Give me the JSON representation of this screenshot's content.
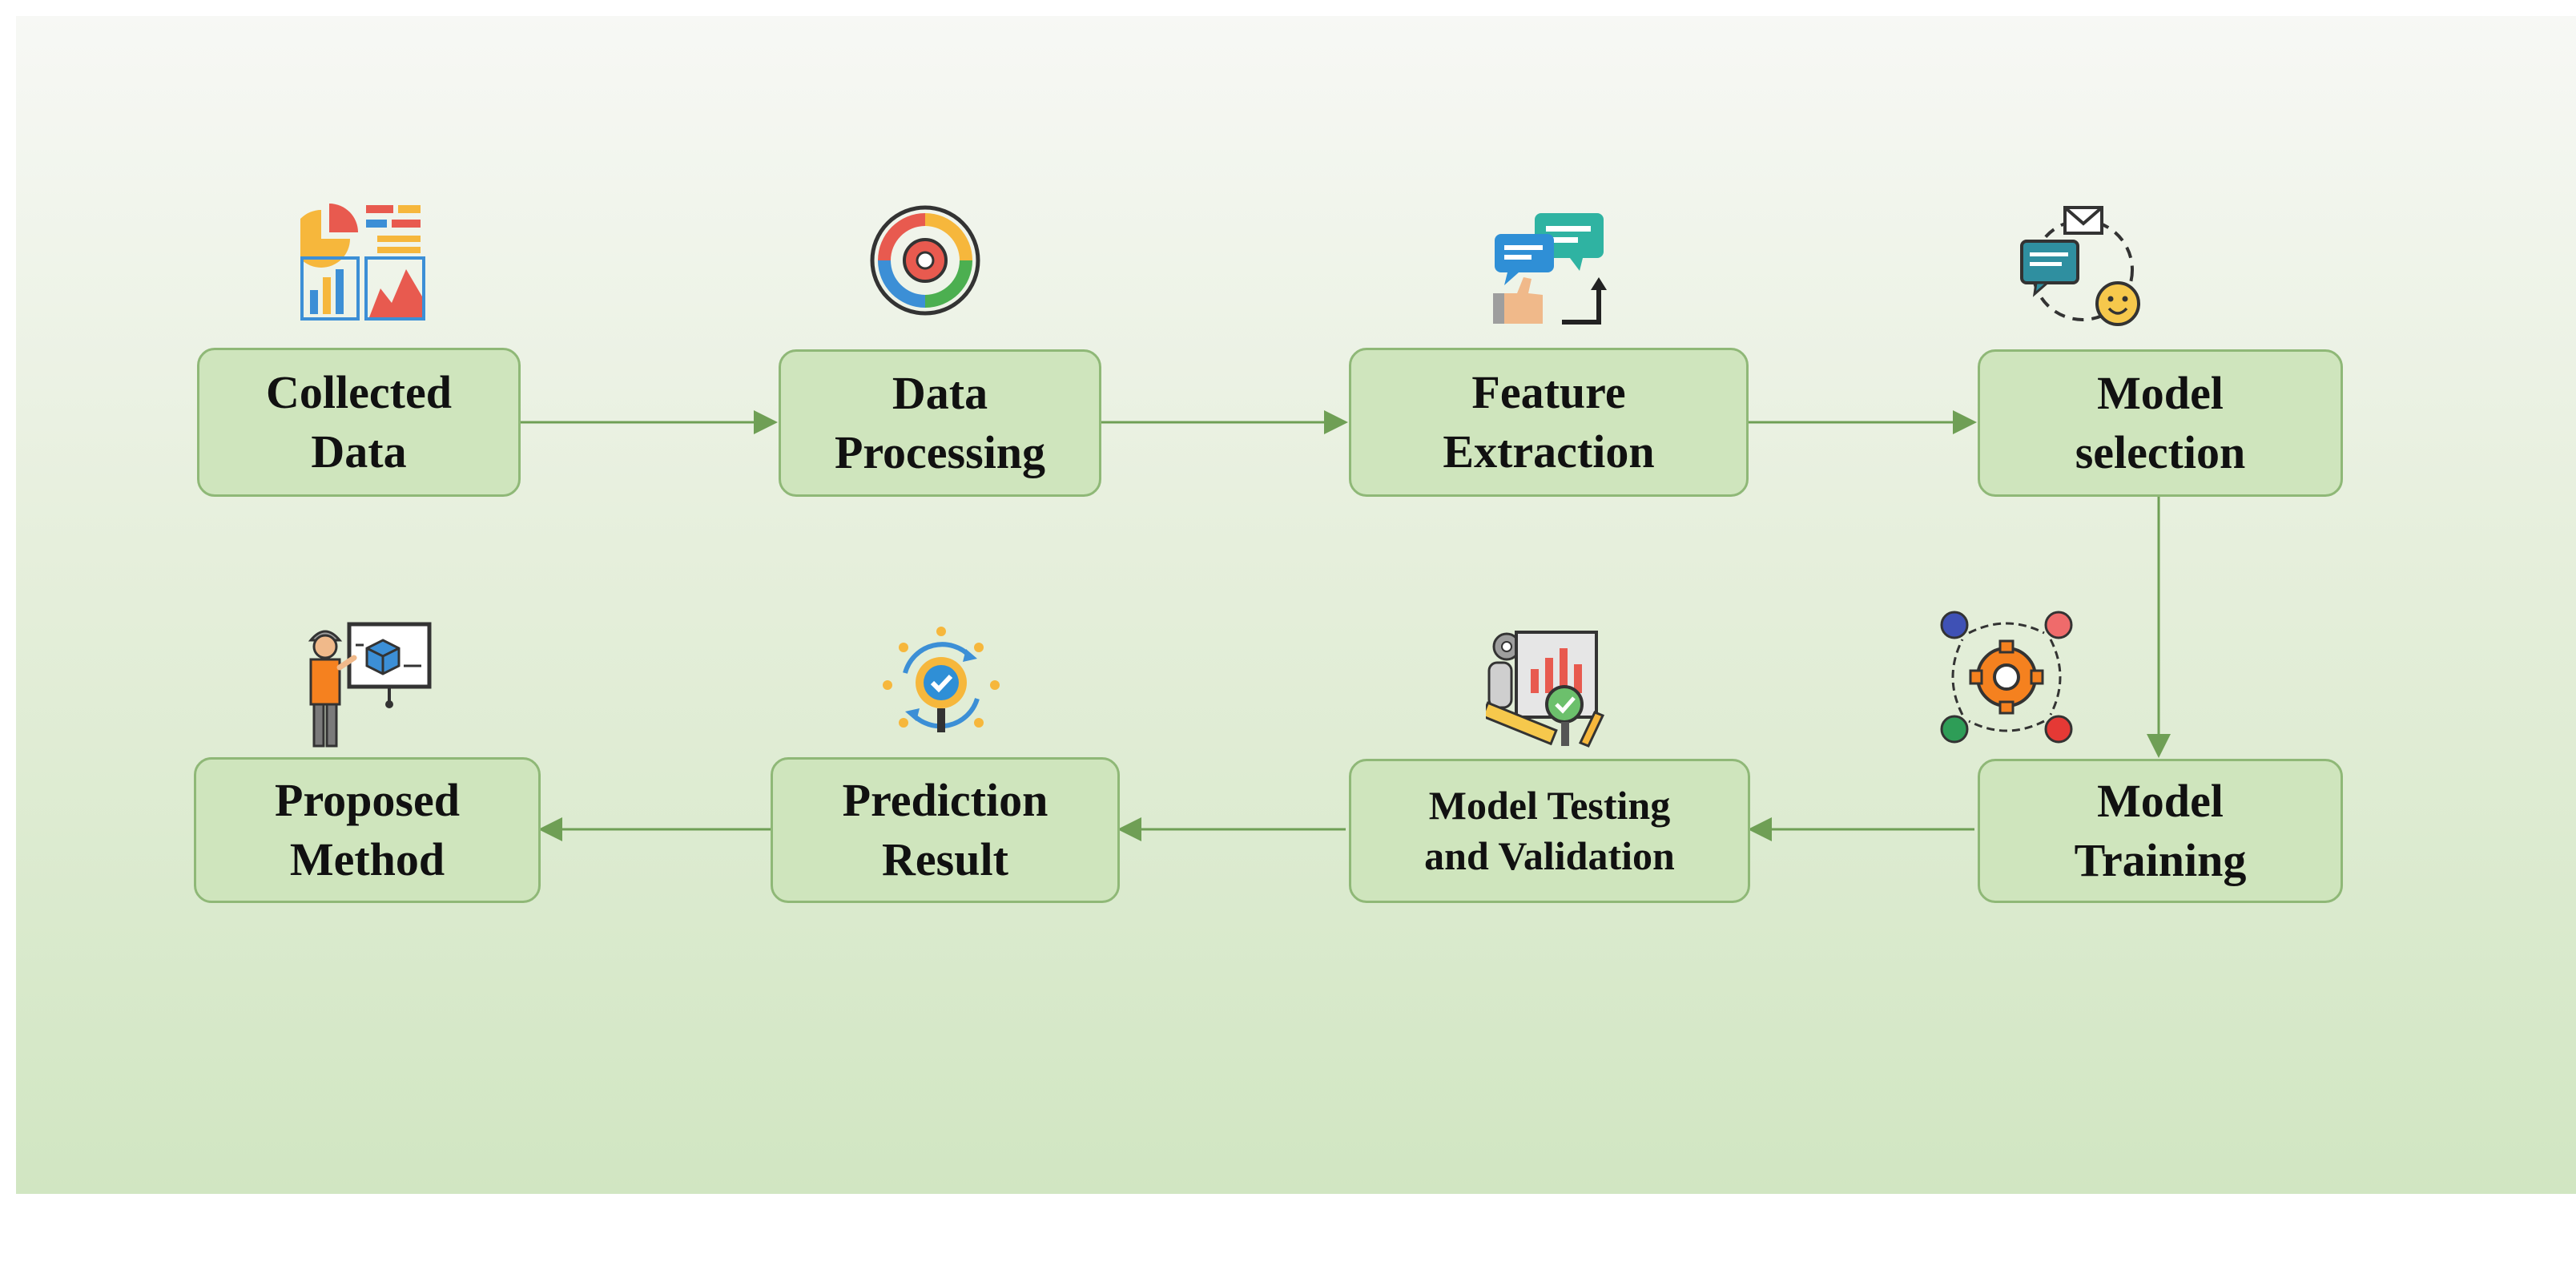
{
  "diagram": {
    "nodes": [
      {
        "id": "collected-data",
        "label": "Collected\nData"
      },
      {
        "id": "data-processing",
        "label": "Data\nProcessing"
      },
      {
        "id": "feature-extraction",
        "label": "Feature\nExtraction"
      },
      {
        "id": "model-selection",
        "label": "Model\nselection"
      },
      {
        "id": "model-training",
        "label": "Model\nTraining"
      },
      {
        "id": "model-testing",
        "label": "Model Testing\nand Validation"
      },
      {
        "id": "prediction-result",
        "label": "Prediction\nResult"
      },
      {
        "id": "proposed-method",
        "label": "Proposed\nMethod"
      }
    ],
    "edges": [
      {
        "from": "collected-data",
        "to": "data-processing"
      },
      {
        "from": "data-processing",
        "to": "feature-extraction"
      },
      {
        "from": "feature-extraction",
        "to": "model-selection"
      },
      {
        "from": "model-selection",
        "to": "model-training"
      },
      {
        "from": "model-training",
        "to": "model-testing"
      },
      {
        "from": "model-testing",
        "to": "prediction-result"
      },
      {
        "from": "prediction-result",
        "to": "proposed-method"
      }
    ],
    "icons": [
      {
        "node": "collected-data",
        "name": "analytics-dashboard-icon"
      },
      {
        "node": "data-processing",
        "name": "gear-cycle-icon"
      },
      {
        "node": "feature-extraction",
        "name": "feedback-chat-icon"
      },
      {
        "node": "model-selection",
        "name": "communication-cycle-icon"
      },
      {
        "node": "model-training",
        "name": "gear-network-icon"
      },
      {
        "node": "model-testing",
        "name": "report-magnifier-icon"
      },
      {
        "node": "prediction-result",
        "name": "verified-search-icon"
      },
      {
        "node": "proposed-method",
        "name": "presenter-board-icon"
      }
    ],
    "colors": {
      "node_fill": "#cfe5bd",
      "node_border": "#8fb877",
      "arrow": "#6f9f55"
    }
  }
}
